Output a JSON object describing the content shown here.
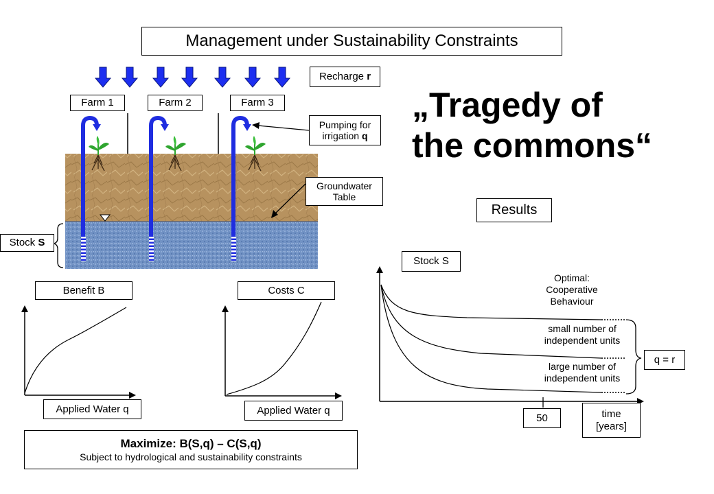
{
  "title": "Management under Sustainability Constraints",
  "recharge": {
    "label": "Recharge ",
    "symbol": "r"
  },
  "farms": [
    "Farm 1",
    "Farm 2",
    "Farm 3"
  ],
  "pumping": {
    "line1": "Pumping for",
    "line2": "irrigation ",
    "symbol": "q"
  },
  "groundwater": {
    "line1": "Groundwater",
    "line2": "Table"
  },
  "stock": {
    "label": "Stock ",
    "symbol": "S"
  },
  "tragedy": {
    "line1": "„Tragedy of",
    "line2": "the commons“"
  },
  "results_label": "Results",
  "benefit": {
    "label": "Benefit B",
    "x_label": "Applied Water q"
  },
  "costs": {
    "label": "Costs C",
    "x_label": "Applied Water q"
  },
  "objective": {
    "main": "Maximize: B(S,q) – C(S,q)",
    "sub": "Subject to hydrological and sustainability constraints"
  },
  "results_chart": {
    "y_label": "Stock S",
    "optimal": {
      "line1": "Optimal:",
      "line2": "Cooperative",
      "line3": "Behaviour"
    },
    "small": {
      "line1": "small number of",
      "line2": "independent units"
    },
    "large": {
      "line1": "large number of",
      "line2": "independent units"
    },
    "qr": "q = r",
    "tick": "50",
    "x_label": {
      "line1": "time",
      "line2": "[years]"
    }
  },
  "colors": {
    "arrow_blue": "#1c2ef0",
    "pipe_blue": "#1f2de0",
    "soil": "#b7925f",
    "water": "#7192c4",
    "plant": "#2fa52f"
  }
}
